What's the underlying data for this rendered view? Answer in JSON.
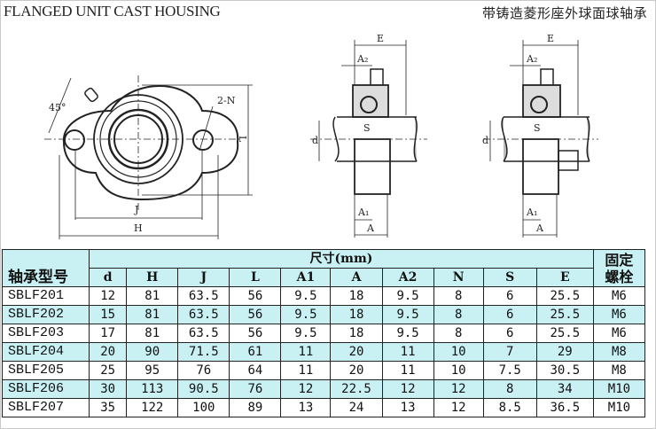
{
  "header": {
    "title_en": "FLANGED UNIT CAST HOUSING",
    "title_cn": "带铸造菱形座外球面球轴承"
  },
  "drawing": {
    "front_view_labels": {
      "angle": "45°",
      "holes": "2-N",
      "height": "L",
      "hole_spacing": "J",
      "width": "H"
    },
    "side_view_1_labels": {
      "E": "E",
      "A2": "A2",
      "d": "d",
      "S": "S",
      "A1": "A1",
      "A": "A"
    },
    "side_view_2_labels": {
      "E": "E",
      "A2": "A2",
      "d": "d",
      "S": "S",
      "A1": "A1",
      "A": "A"
    }
  },
  "table": {
    "model_header": "轴承型号",
    "dimension_group_header": "尺寸(mm)",
    "bolt_header_line1": "固定",
    "bolt_header_line2": "螺栓",
    "columns": [
      "d",
      "H",
      "J",
      "L",
      "A1",
      "A",
      "A2",
      "N",
      "S",
      "E"
    ],
    "rows": [
      {
        "model": "SBLF201",
        "values": [
          "12",
          "81",
          "63.5",
          "56",
          "9.5",
          "18",
          "9.5",
          "8",
          "6",
          "25.5"
        ],
        "bolt": "M6"
      },
      {
        "model": "SBLF202",
        "values": [
          "15",
          "81",
          "63.5",
          "56",
          "9.5",
          "18",
          "9.5",
          "8",
          "6",
          "25.5"
        ],
        "bolt": "M6"
      },
      {
        "model": "SBLF203",
        "values": [
          "17",
          "81",
          "63.5",
          "56",
          "9.5",
          "18",
          "9.5",
          "8",
          "6",
          "25.5"
        ],
        "bolt": "M6"
      },
      {
        "model": "SBLF204",
        "values": [
          "20",
          "90",
          "71.5",
          "61",
          "11",
          "20",
          "11",
          "10",
          "7",
          "29"
        ],
        "bolt": "M8"
      },
      {
        "model": "SBLF205",
        "values": [
          "25",
          "95",
          "76",
          "64",
          "11",
          "20",
          "11",
          "10",
          "7.5",
          "30.5"
        ],
        "bolt": "M8"
      },
      {
        "model": "SBLF206",
        "values": [
          "30",
          "113",
          "90.5",
          "76",
          "12",
          "22.5",
          "12",
          "12",
          "8",
          "34"
        ],
        "bolt": "M10"
      },
      {
        "model": "SBLF207",
        "values": [
          "35",
          "122",
          "100",
          "89",
          "13",
          "24",
          "13",
          "12",
          "8.5",
          "36.5"
        ],
        "bolt": "M10"
      }
    ]
  },
  "colors": {
    "header_bg": "#c9f1f4",
    "alt_row_bg": "#c9f1f4",
    "grid": "#222222"
  }
}
